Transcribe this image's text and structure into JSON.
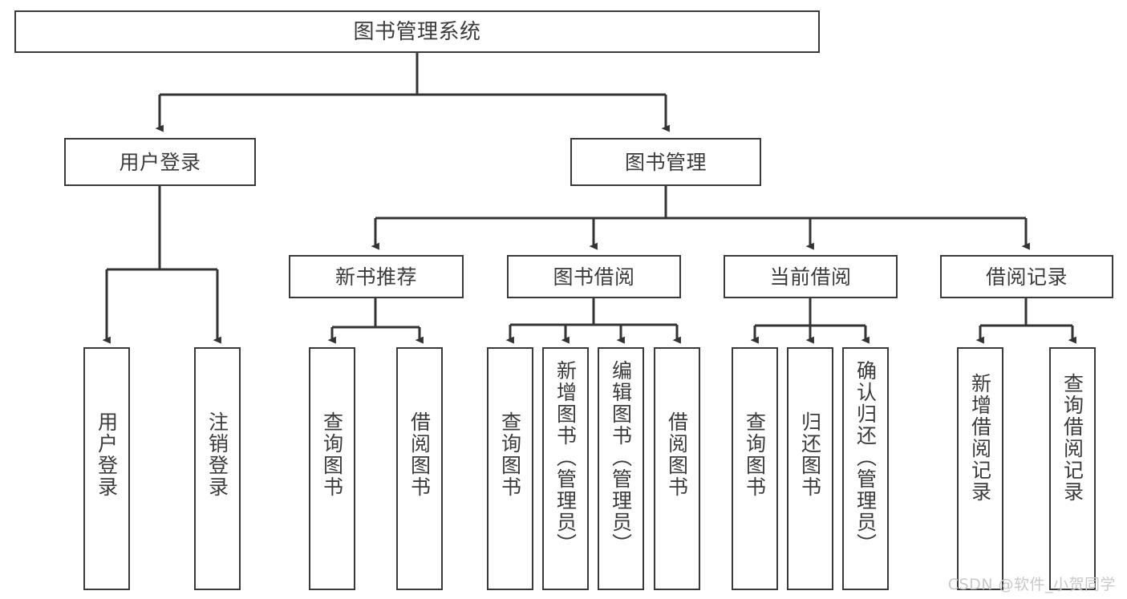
{
  "diagram": {
    "title": "图书管理系统",
    "type": "tree",
    "orientation": "top-down",
    "colors": {
      "box_stroke": "#3a3a3a",
      "box_fill": "#ffffff",
      "connector": "#333333",
      "text": "#3b3b3b",
      "background": "#ffffff",
      "watermark": "#c9c9c9"
    },
    "root": {
      "id": "root",
      "label": "图书管理系统"
    },
    "level2": [
      {
        "id": "user-login",
        "label": "用户登录"
      },
      {
        "id": "book-manage",
        "label": "图书管理"
      }
    ],
    "level3": [
      {
        "id": "new-book-rec",
        "label": "新书推荐",
        "parent": "book-manage"
      },
      {
        "id": "book-borrow",
        "label": "图书借阅",
        "parent": "book-manage"
      },
      {
        "id": "current-borrow",
        "label": "当前借阅",
        "parent": "book-manage"
      },
      {
        "id": "borrow-record",
        "label": "借阅记录",
        "parent": "book-manage"
      }
    ],
    "leaves": [
      {
        "id": "leaf-user-login",
        "label": "用户登录",
        "parent": "user-login"
      },
      {
        "id": "leaf-logout",
        "label": "注销登录",
        "parent": "user-login"
      },
      {
        "id": "leaf-query-book-1",
        "label": "查询图书",
        "parent": "new-book-rec"
      },
      {
        "id": "leaf-borrow-book-1",
        "label": "借阅图书",
        "parent": "new-book-rec"
      },
      {
        "id": "leaf-query-book-2",
        "label": "查询图书",
        "parent": "book-borrow"
      },
      {
        "id": "leaf-add-book",
        "label": "新增图书（管理员）",
        "parent": "book-borrow"
      },
      {
        "id": "leaf-edit-book",
        "label": "编辑图书（管理员）",
        "parent": "book-borrow"
      },
      {
        "id": "leaf-borrow-book-2",
        "label": "借阅图书",
        "parent": "book-borrow"
      },
      {
        "id": "leaf-query-book-3",
        "label": "查询图书",
        "parent": "current-borrow"
      },
      {
        "id": "leaf-return-book",
        "label": "归还图书",
        "parent": "current-borrow"
      },
      {
        "id": "leaf-confirm-return",
        "label": "确认归还（管理员）",
        "parent": "current-borrow"
      },
      {
        "id": "leaf-add-record",
        "label": "新增借阅记录",
        "parent": "borrow-record"
      },
      {
        "id": "leaf-query-record",
        "label": "查询借阅记录",
        "parent": "borrow-record"
      }
    ]
  },
  "watermark": {
    "text": "CSDN @软件_小贺同学"
  }
}
